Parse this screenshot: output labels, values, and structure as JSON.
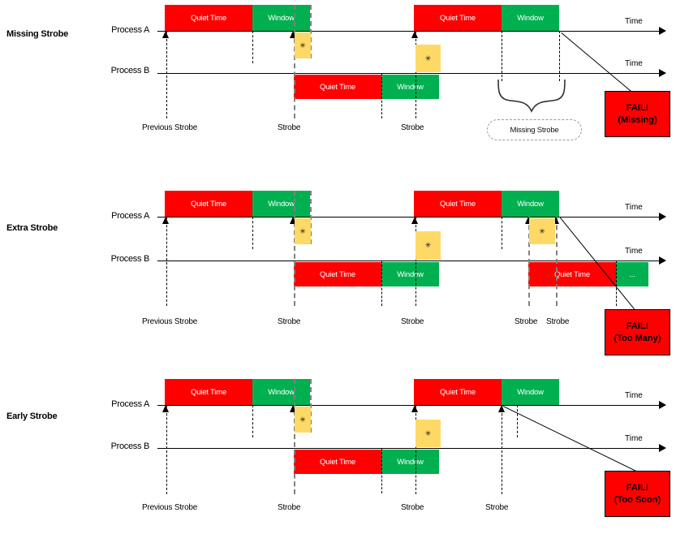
{
  "labels": {
    "process_a": "Process A",
    "process_b": "Process B",
    "time": "Time",
    "quiet_time": "Quiet Time",
    "window": "Window",
    "ellipsis": "...",
    "asterisk": "✳",
    "previous_strobe": "Previous Strobe",
    "strobe": "Strobe",
    "missing_strobe": "Missing Strobe"
  },
  "colors": {
    "quiet_time": "#FF0000",
    "window": "#00B050",
    "marker": "#FFD966",
    "fail": "#FF0000",
    "axis": "#000000",
    "gray_dash": "#808080"
  },
  "panels": [
    {
      "title": "Missing Strobe",
      "fail": {
        "line1": "FAIL!",
        "line2": "(Missing)"
      },
      "annotation": "Missing Strobe",
      "tick_labels": [
        "Previous Strobe",
        "Strobe",
        "Strobe"
      ],
      "process_a_blocks": [
        {
          "label": "Quiet Time",
          "type": "quiet"
        },
        {
          "label": "Window",
          "type": "window"
        },
        {
          "label": "Quiet Time",
          "type": "quiet"
        },
        {
          "label": "Window",
          "type": "window"
        }
      ],
      "process_b_blocks": [
        {
          "label": "Quiet Time",
          "type": "quiet"
        },
        {
          "label": "Window",
          "type": "window"
        }
      ],
      "markers": [
        "✳",
        "✳"
      ]
    },
    {
      "title": "Extra Strobe",
      "fail": {
        "line1": "FAIL!",
        "line2": "(Too Many)"
      },
      "annotation": "",
      "tick_labels": [
        "Previous Strobe",
        "Strobe",
        "Strobe",
        "Strobe",
        "Strobe"
      ],
      "process_a_blocks": [
        {
          "label": "Quiet Time",
          "type": "quiet"
        },
        {
          "label": "Window",
          "type": "window"
        },
        {
          "label": "Quiet Time",
          "type": "quiet"
        },
        {
          "label": "Window",
          "type": "window"
        }
      ],
      "process_b_blocks": [
        {
          "label": "Quiet Time",
          "type": "quiet"
        },
        {
          "label": "Window",
          "type": "window"
        },
        {
          "label": "Quiet Time",
          "type": "quiet"
        },
        {
          "label": "...",
          "type": "window"
        }
      ],
      "markers": [
        "✳",
        "✳",
        "✳"
      ]
    },
    {
      "title": "Early Strobe",
      "fail": {
        "line1": "FAIL!",
        "line2": "(Too Soon)"
      },
      "annotation": "",
      "tick_labels": [
        "Previous Strobe",
        "Strobe",
        "Strobe",
        "Strobe"
      ],
      "process_a_blocks": [
        {
          "label": "Quiet Time",
          "type": "quiet"
        },
        {
          "label": "Window",
          "type": "window"
        },
        {
          "label": "Quiet Time",
          "type": "quiet"
        },
        {
          "label": "Window",
          "type": "window"
        }
      ],
      "process_b_blocks": [
        {
          "label": "Quiet Time",
          "type": "quiet"
        },
        {
          "label": "Window",
          "type": "window"
        }
      ],
      "markers": [
        "✳",
        "✳"
      ]
    }
  ]
}
